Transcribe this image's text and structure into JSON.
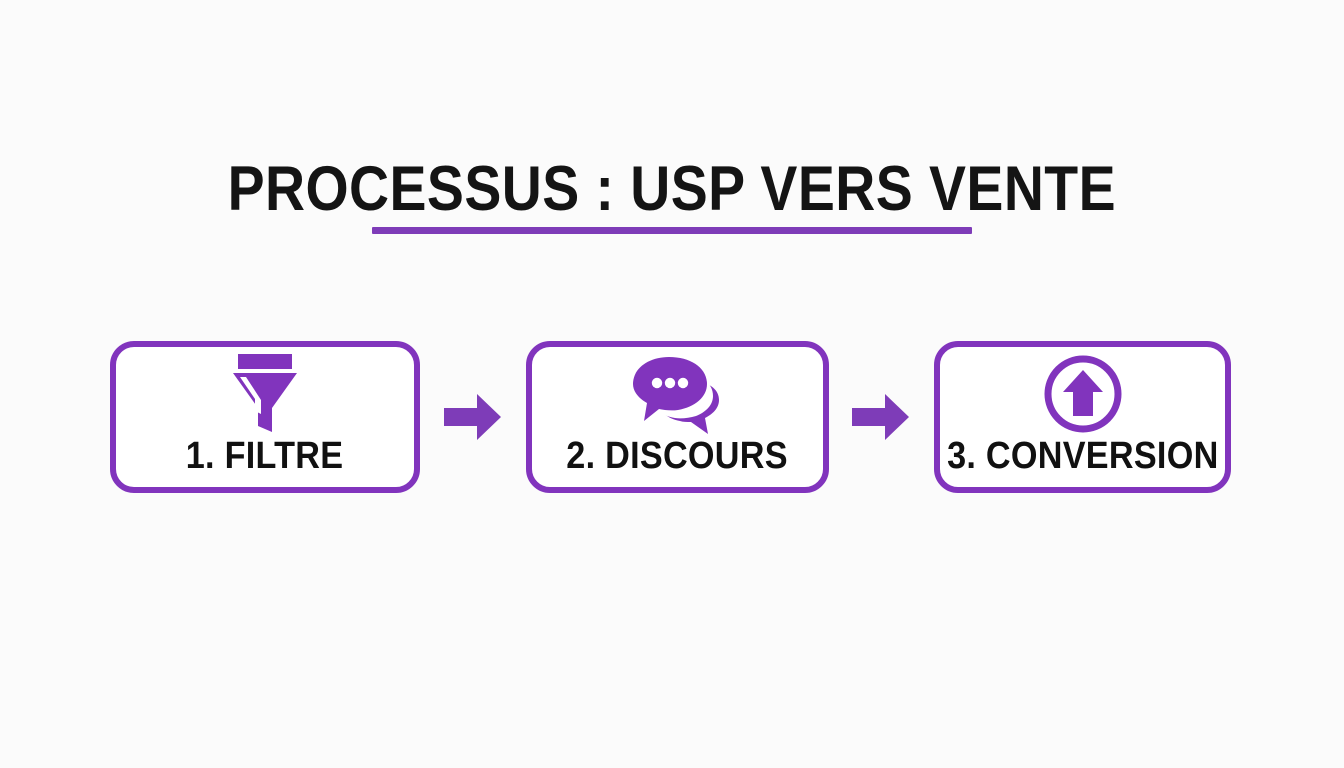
{
  "slide": {
    "background_color": "#fbfbfb",
    "accent_color": "#8134bd",
    "arrow_color": "#7e3cb8",
    "text_color": "#111111"
  },
  "title": {
    "text": "PROCESSUS : USP VERS VENTE",
    "underline_color": "#7e3cb8"
  },
  "steps": [
    {
      "number": "1",
      "label": "1. FILTRE",
      "icon": "funnel-icon"
    },
    {
      "number": "2",
      "label": "2. DISCOURS",
      "icon": "speech-bubbles-icon"
    },
    {
      "number": "3",
      "label": "3. CONVERSION",
      "icon": "circle-up-arrow-icon"
    }
  ],
  "connectors": [
    {
      "icon": "arrow-right-icon"
    },
    {
      "icon": "arrow-right-icon"
    }
  ]
}
